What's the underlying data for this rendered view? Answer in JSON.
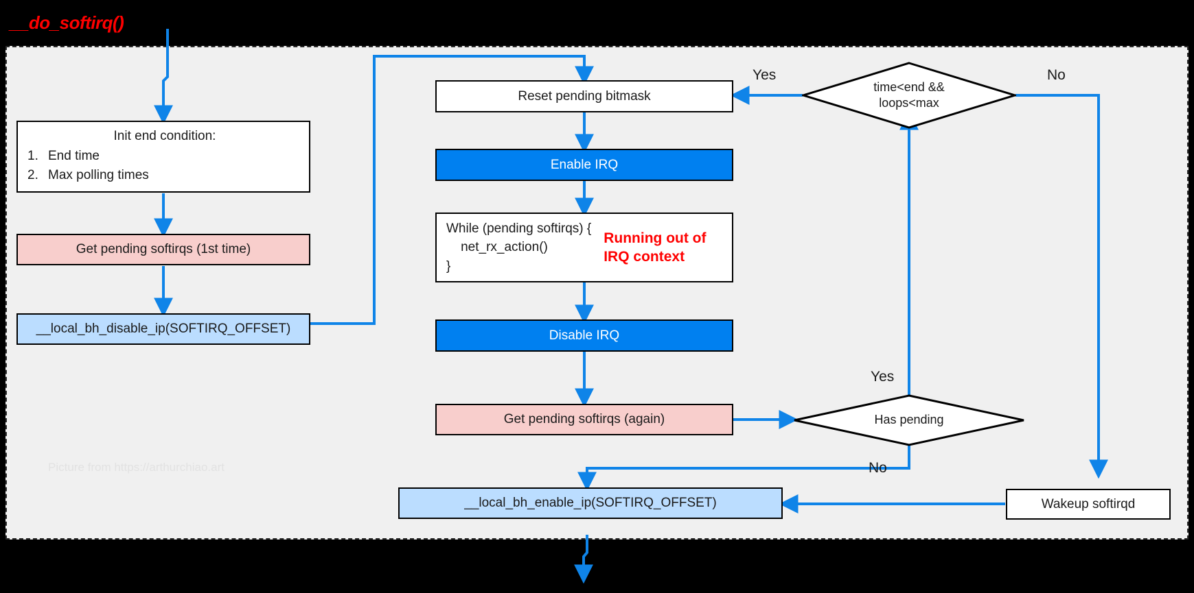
{
  "diagram": {
    "title": "__do_softirq()",
    "watermark": "Picture from https://arthurchiao.art",
    "colors": {
      "accent_blue": "#0080f0",
      "light_blue_fill": "#bbddff",
      "pink_fill": "#f8cecc",
      "white_fill": "#ffffff",
      "region_bg": "#f0f0f0",
      "title_red": "#ff0000",
      "outline": "#000000",
      "watermark_gray": "#e2e2e2"
    },
    "nodes": {
      "init_end_condition": {
        "heading": "Init end condition:",
        "items": [
          {
            "num": "1.",
            "text": "End time"
          },
          {
            "num": "2.",
            "text": "Max polling times"
          }
        ]
      },
      "get_pending_first": "Get pending softirqs (1st time)",
      "local_bh_disable": "__local_bh_disable_ip(SOFTIRQ_OFFSET)",
      "reset_pending_bitmask": "Reset pending bitmask",
      "enable_irq": "Enable IRQ",
      "while_loop": {
        "code": "While (pending softirqs) {\n    net_rx_action()\n}",
        "note": "Running out of\nIRQ context"
      },
      "disable_irq": "Disable IRQ",
      "get_pending_again": "Get pending softirqs (again)",
      "local_bh_enable": "__local_bh_enable_ip(SOFTIRQ_OFFSET)",
      "wakeup_softirqd": "Wakeup softirqd"
    },
    "decisions": {
      "time_loops_check": "time<end &&\nloops<max",
      "has_pending": "Has pending"
    },
    "edge_labels": {
      "time_loops_yes": "Yes",
      "time_loops_no": "No",
      "has_pending_yes": "Yes",
      "has_pending_no": "No"
    }
  }
}
